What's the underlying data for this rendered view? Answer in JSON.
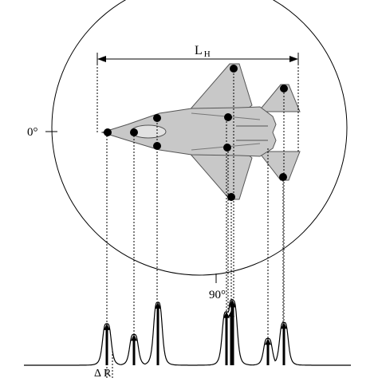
{
  "labels": {
    "length_main": "L",
    "length_sub": "H",
    "angle_0": "0°",
    "angle_90": "90°",
    "delta": "Δ",
    "delta_r": "R"
  },
  "colors": {
    "aircraft_fill": "#c8c8c8",
    "aircraft_stroke": "#555555",
    "line": "#000000",
    "background": "#ffffff"
  },
  "scatterers": [
    {
      "id": "nose",
      "peak_height": 0.62
    },
    {
      "id": "canard",
      "peak_height": 0.46
    },
    {
      "id": "cockpit",
      "peak_height": 0.94
    },
    {
      "id": "wing-root-upper",
      "peak_height": 0.8
    },
    {
      "id": "wing-tip-upper",
      "peak_height": 0.96
    },
    {
      "id": "fuselage-center",
      "peak_height": 0.98
    },
    {
      "id": "wing-tip-lower",
      "peak_height": 0.82
    },
    {
      "id": "tail-upper",
      "peak_height": 0.4
    },
    {
      "id": "tail-lower",
      "peak_height": 0.64
    }
  ]
}
